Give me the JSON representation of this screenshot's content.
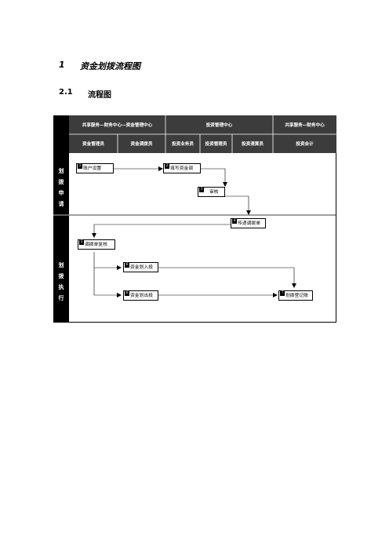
{
  "section": {
    "number": "1",
    "title": "资金划拨流程图"
  },
  "subsection": {
    "number": "2.1",
    "title": "流程图"
  },
  "flowchart": {
    "departments": [
      "共享服务—财务中心—资金管理中心",
      "投资管理中心",
      "共享服务—财务中心"
    ],
    "roles": [
      "资金管理员",
      "资金调拨员",
      "投资业务员",
      "投资管理员",
      "投资清算员",
      "投资会计"
    ],
    "phases": [
      {
        "label_chars": [
          "划",
          "拨",
          "申",
          "请"
        ]
      },
      {
        "label_chars": [
          "划",
          "拨",
          "执",
          "行"
        ]
      }
    ],
    "steps": [
      {
        "no": "1",
        "label": "账户设置"
      },
      {
        "no": "2",
        "label": "填写资金调"
      },
      {
        "no": "3",
        "label": "审核"
      },
      {
        "no": "4",
        "label": "传递调拨单"
      },
      {
        "no": "5",
        "label": "调拨单复核"
      },
      {
        "no": "6",
        "label": "资金划入投"
      },
      {
        "no": "6",
        "label": "资金划出投"
      },
      {
        "no": "7",
        "label": "划拨登记账"
      }
    ],
    "colors": {
      "header_bg": "#3c3c3c",
      "line": "#000000"
    }
  }
}
